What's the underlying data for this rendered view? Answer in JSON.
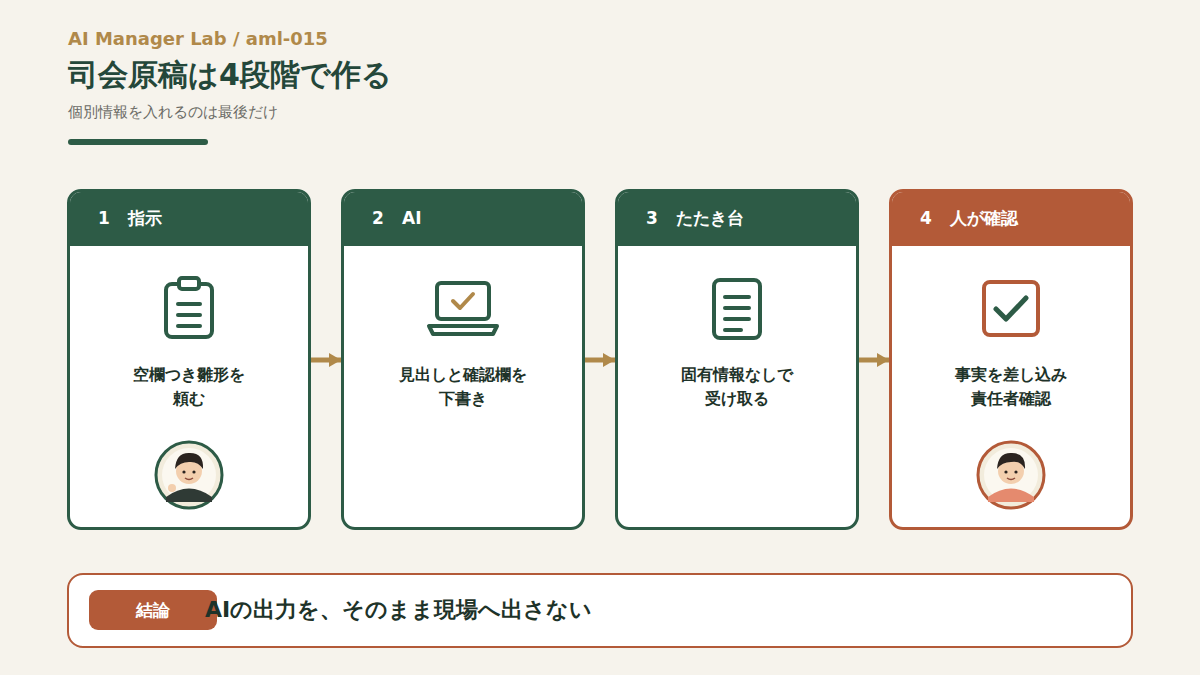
{
  "diagram": {
    "title": "司会原稿は4段階で作る",
    "nodes": [
      {
        "text": [
          "1",
          "指示",
          "空欄つき雛形を 頼む"
        ]
      },
      {
        "text": [
          "2",
          "AI",
          "見出しと確認欄を 下書き"
        ]
      },
      {
        "text": [
          "3",
          "たたき台",
          "固有情報なしで 受け取る"
        ]
      },
      {
        "text": [
          "4",
          "人が確認",
          "事実を差し込み 責任者確認"
        ]
      },
      {
        "text": [
          "AIの出力を、そのまま現場へ出さない"
        ]
      },
      {
        "text": [
          "結論"
        ],
        "in": 4
      }
    ],
    "edges": [
      {
        "from": 0,
        "to": 1,
        "arrow": "to"
      },
      {
        "from": 1,
        "to": 2,
        "arrow": "to"
      },
      {
        "from": 2,
        "to": 3,
        "arrow": "to"
      }
    ],
    "labels": [
      "AI Manager Lab / aml-015",
      "個別情報を入れるのは最後だけ"
    ]
  }
}
